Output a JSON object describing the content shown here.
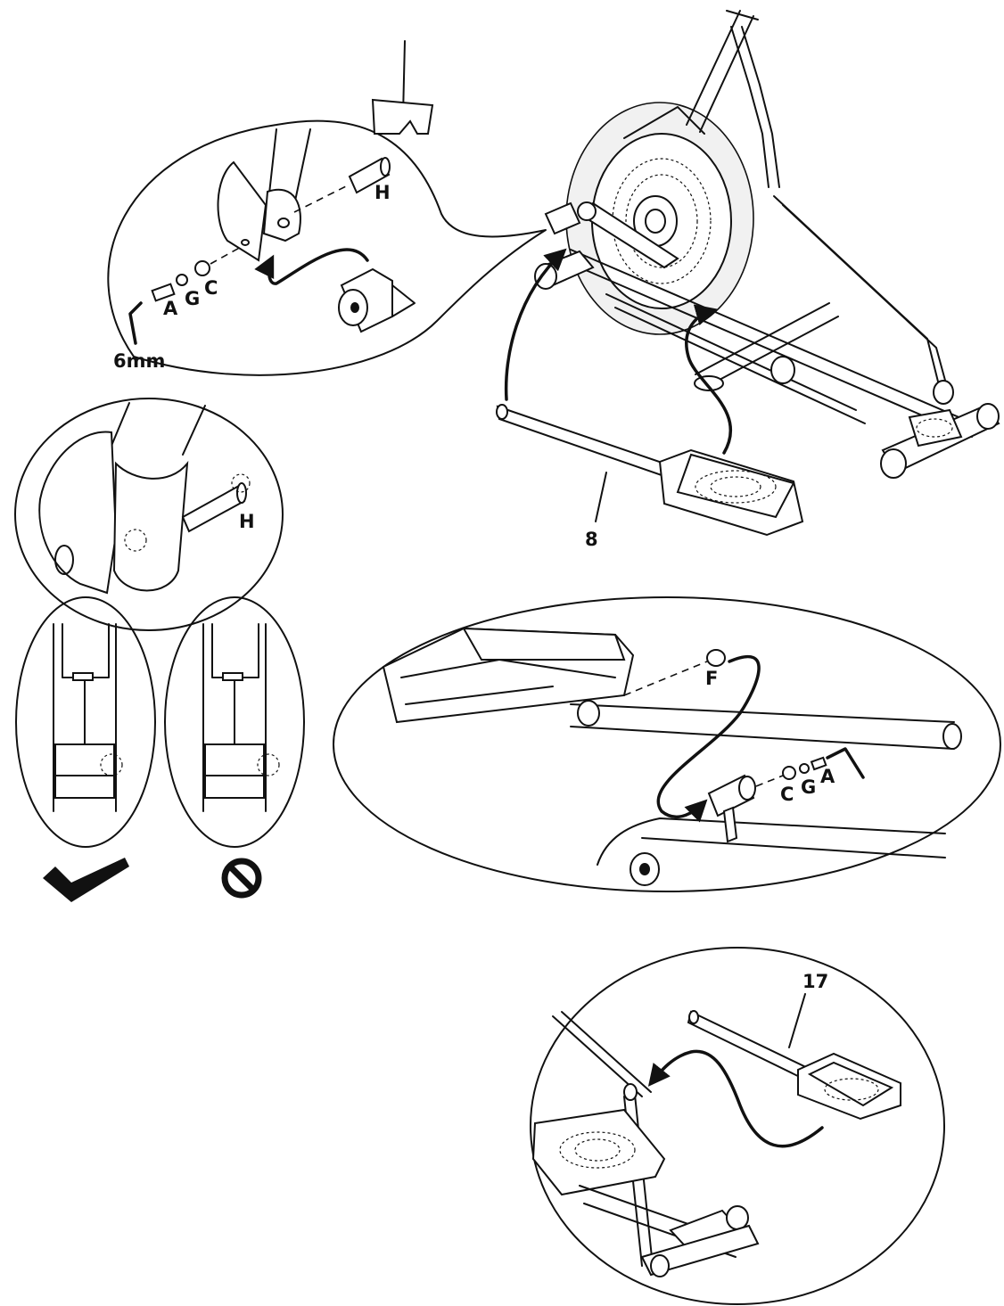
{
  "labels": {
    "bolt_a_top": "A",
    "washer_g_top": "G",
    "washer_c_top": "C",
    "sleeve_h_top": "H",
    "wrench_size": "6mm",
    "pedal_arm_8": "8",
    "sleeve_h_detail": "H",
    "ring_f": "F",
    "washer_c_mid": "C",
    "washer_g_mid": "G",
    "bolt_a_mid": "A",
    "pedal_arm_17": "17"
  },
  "icons": {
    "correct": "checkmark-icon",
    "wrong": "prohibited-icon"
  }
}
